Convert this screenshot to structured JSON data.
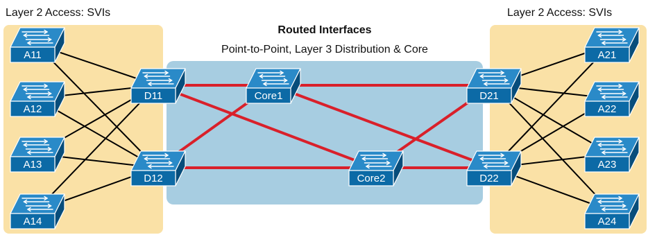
{
  "regions": {
    "left_access_label": "Layer 2 Access: SVIs",
    "right_access_label": "Layer 2 Access: SVIs",
    "core_title": "Routed Interfaces",
    "core_subtitle": "Point-to-Point, Layer 3 Distribution & Core"
  },
  "switches": [
    {
      "id": "A11",
      "label": "A11"
    },
    {
      "id": "A12",
      "label": "A12"
    },
    {
      "id": "A13",
      "label": "A13"
    },
    {
      "id": "A14",
      "label": "A14"
    },
    {
      "id": "D11",
      "label": "D11"
    },
    {
      "id": "D12",
      "label": "D12"
    },
    {
      "id": "Core1",
      "label": "Core1"
    },
    {
      "id": "Core2",
      "label": "Core2"
    },
    {
      "id": "D21",
      "label": "D21"
    },
    {
      "id": "D22",
      "label": "D22"
    },
    {
      "id": "A21",
      "label": "A21"
    },
    {
      "id": "A22",
      "label": "A22"
    },
    {
      "id": "A23",
      "label": "A23"
    },
    {
      "id": "A24",
      "label": "A24"
    }
  ],
  "links": {
    "layer2": [
      [
        "A11",
        "D11"
      ],
      [
        "A11",
        "D12"
      ],
      [
        "A12",
        "D11"
      ],
      [
        "A12",
        "D12"
      ],
      [
        "A13",
        "D11"
      ],
      [
        "A13",
        "D12"
      ],
      [
        "A14",
        "D11"
      ],
      [
        "A14",
        "D12"
      ],
      [
        "D21",
        "A21"
      ],
      [
        "D21",
        "A22"
      ],
      [
        "D21",
        "A23"
      ],
      [
        "D21",
        "A24"
      ],
      [
        "D22",
        "A21"
      ],
      [
        "D22",
        "A22"
      ],
      [
        "D22",
        "A23"
      ],
      [
        "D22",
        "A24"
      ]
    ],
    "routed": [
      [
        "D11",
        "Core1"
      ],
      [
        "D11",
        "Core2"
      ],
      [
        "D12",
        "Core1"
      ],
      [
        "D12",
        "Core2"
      ],
      [
        "Core1",
        "D21"
      ],
      [
        "Core1",
        "D22"
      ],
      [
        "Core2",
        "D21"
      ],
      [
        "Core2",
        "D22"
      ]
    ]
  },
  "colors": {
    "access_region": "#fae1a6",
    "core_region": "#a7cde1",
    "switch_top": "#2a8ac8",
    "switch_front": "#0c6aa6",
    "switch_side": "#074d7b",
    "layer2_link": "#000000",
    "routed_link": "#d9202a",
    "switch_label": "#ffffff"
  }
}
